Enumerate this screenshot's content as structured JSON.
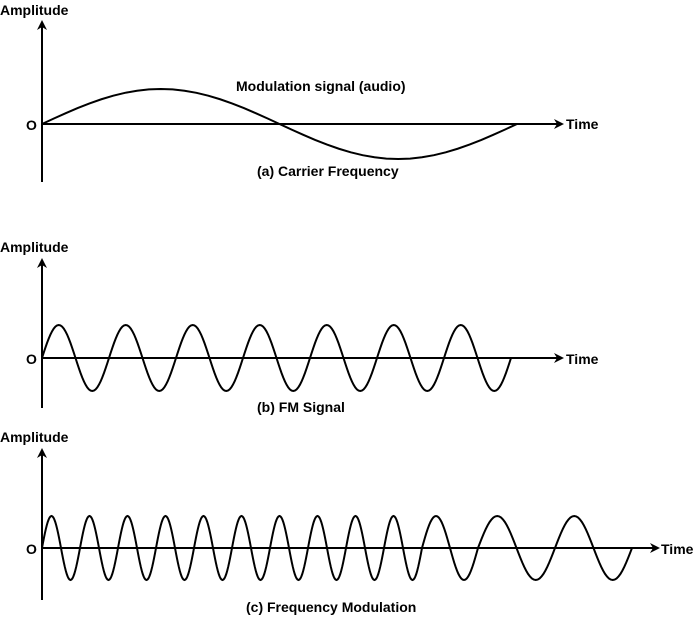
{
  "panels": [
    {
      "y_label": "Amplitude",
      "origin_label": "O",
      "x_label": "Time",
      "signal_label": "Modulation signal (audio)",
      "caption": "(a) Carrier Frequency"
    },
    {
      "y_label": "Amplitude",
      "origin_label": "O",
      "x_label": "Time",
      "caption": "(b) FM Signal"
    },
    {
      "y_label": "Amplitude",
      "origin_label": "O",
      "x_label": "Time",
      "caption": "(c) Frequency Modulation"
    }
  ]
}
